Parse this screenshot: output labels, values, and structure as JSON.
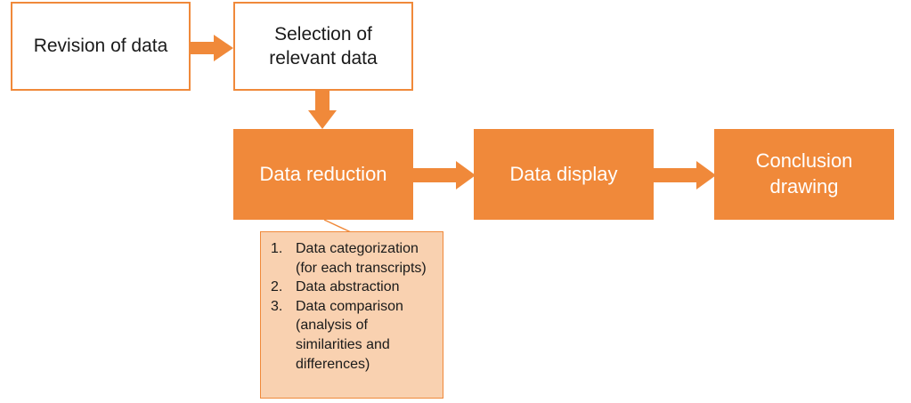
{
  "nodes": {
    "revision": "Revision of data",
    "selection": "Selection of\nrelevant data",
    "reduction": "Data reduction",
    "display": "Data display",
    "conclusion": "Conclusion\ndrawing"
  },
  "reduction_steps": [
    {
      "num": "1.",
      "text": "Data categorization\n(for each transcripts)"
    },
    {
      "num": "2.",
      "text": "Data abstraction"
    },
    {
      "num": "3.",
      "text": "Data comparison\n(analysis of\nsimilarities and\ndifferences)"
    }
  ],
  "colors": {
    "accent": "#f0893a",
    "note_fill": "#f9d1b0"
  }
}
